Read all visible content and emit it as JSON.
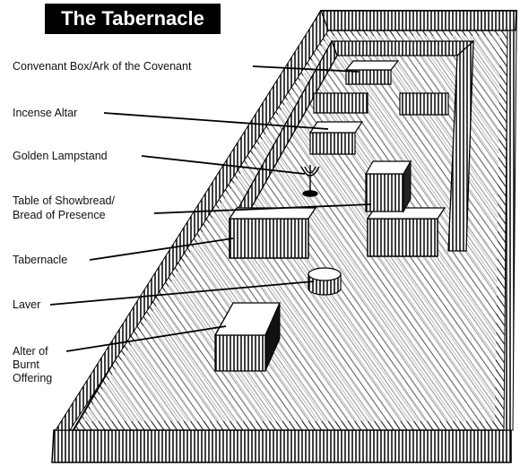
{
  "title": "The Tabernacle",
  "labels": [
    {
      "id": "ark",
      "text": "Convenant Box/Ark of the Covenant"
    },
    {
      "id": "incense",
      "text": "Incense Altar"
    },
    {
      "id": "lampstand",
      "text": "Golden Lampstand"
    },
    {
      "id": "showbread_1",
      "text": "Table of Showbread/"
    },
    {
      "id": "showbread_2",
      "text": "Bread of Presence"
    },
    {
      "id": "tabernacle",
      "text": "Tabernacle"
    },
    {
      "id": "laver",
      "text": "Laver"
    },
    {
      "id": "altar_1",
      "text": "Alter of"
    },
    {
      "id": "altar_2",
      "text": "Burnt"
    },
    {
      "id": "altar_3",
      "text": "Offering"
    }
  ]
}
